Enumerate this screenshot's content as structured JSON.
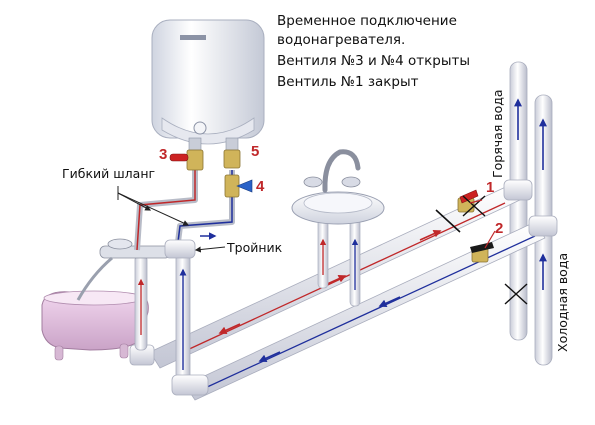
{
  "caption": {
    "line1": "Временное подключение",
    "line2": "водонагревателя.",
    "line3": "Вентиля №3 и №4 открыты",
    "line4": "Вентиль №1 закрыт"
  },
  "labels": {
    "flex_hose": "Гибкий шланг",
    "tee": "Тройник",
    "hot_water": "Горячая вода",
    "cold_water": "Холодная вода"
  },
  "valves": {
    "v1": "1",
    "v2": "2",
    "v3": "3",
    "v4": "4",
    "v5": "5"
  },
  "colors": {
    "hot": "#c0282a",
    "cold": "#1f2f9c",
    "pipe": "#e9ebf1"
  }
}
